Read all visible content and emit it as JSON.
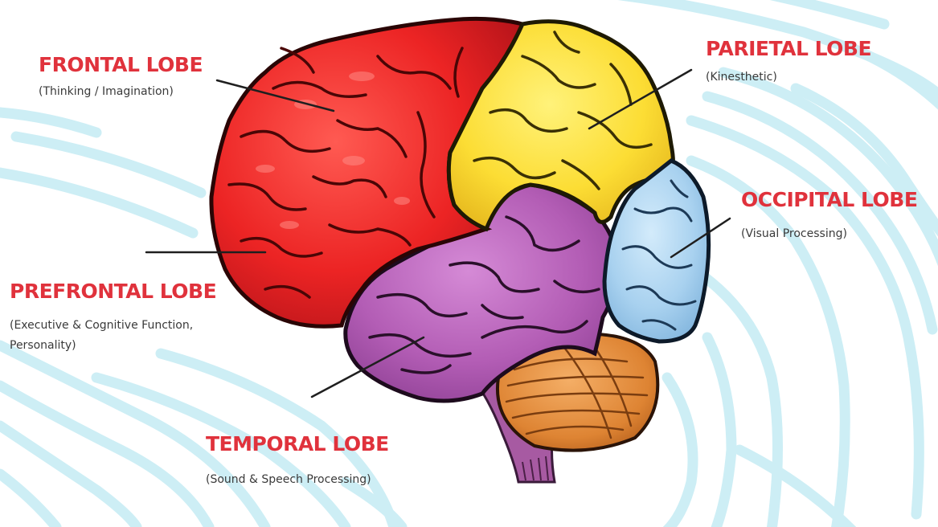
{
  "labels": {
    "frontal": {
      "title": "FRONTAL LOBE",
      "description": "(Thinking / Imagination)"
    },
    "parietal": {
      "title": "PARIETAL LOBE",
      "description": "(Kinesthetic)"
    },
    "occipital": {
      "title": "OCCIPITAL LOBE",
      "description": "(Visual Processing)"
    },
    "prefrontal": {
      "title": "PREFRONTAL LOBE",
      "description_line1": "(Executive & Cognitive Function,",
      "description_line2": "Personality)"
    },
    "temporal": {
      "title": "TEMPORAL LOBE",
      "description": "(Sound & Speech Processing)"
    }
  },
  "colors": {
    "frontal": "#ef2b2b",
    "parietal": "#fde24a",
    "occipital": "#a9d2f0",
    "temporal": "#b561b8",
    "cerebellum": "#e0883a",
    "brainstem": "#a75aa2",
    "label_title": "#e0323c",
    "background_ridges": "#cdeef5"
  }
}
